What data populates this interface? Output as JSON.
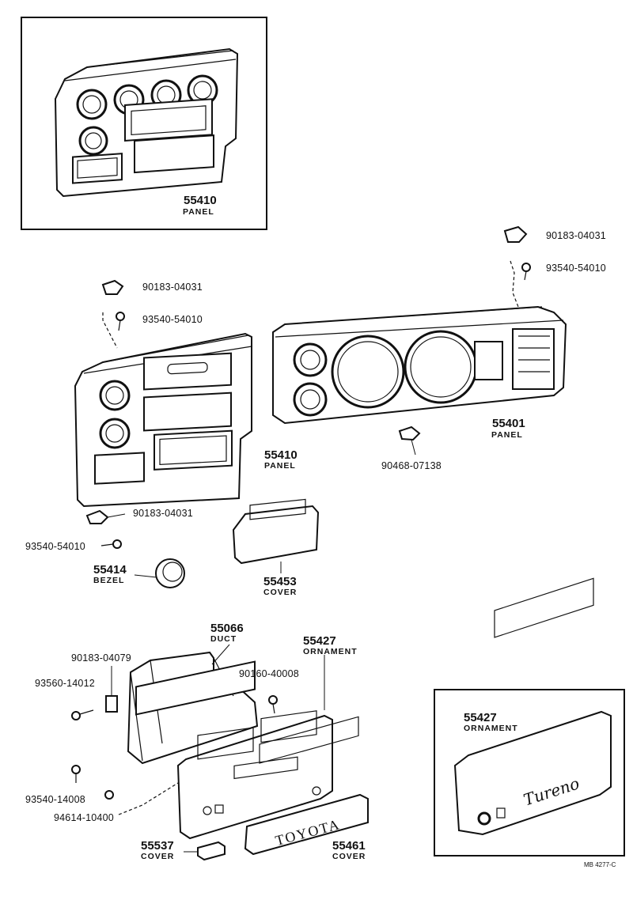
{
  "parts": {
    "inset_panel": {
      "number": "55410",
      "name": "PANEL"
    },
    "panel_left": {
      "number": "55410",
      "name": "PANEL"
    },
    "panel_right": {
      "number": "55401",
      "name": "PANEL"
    },
    "clip_tl": "90183-04031",
    "screw_tl": "93540-54010",
    "clip_tr": "90183-04031",
    "screw_tr": "93540-54010",
    "clip_bl": "90183-04031",
    "screw_bl": "93540-54010",
    "clip_mid": "90468-07138",
    "bezel": {
      "number": "55414",
      "name": "BEZEL"
    },
    "cover_453": {
      "number": "55453",
      "name": "COVER"
    },
    "duct": {
      "number": "55066",
      "name": "DUCT"
    },
    "ornament": {
      "number": "55427",
      "name": "ORNAMENT"
    },
    "clip_duct": "90183-04079",
    "screw_duct": "93560-14012",
    "screw_orn": "90160-40008",
    "screw_low": "93540-14008",
    "nut_low": "94614-10400",
    "cover_537": {
      "number": "55537",
      "name": "COVER"
    },
    "cover_461": {
      "number": "55461",
      "name": "COVER"
    },
    "inset_ornament": {
      "number": "55427",
      "name": "ORNAMENT"
    }
  },
  "cover_text": "TOYOTA",
  "script_text": "Tureno",
  "diagram_code": "MB 4277-C"
}
